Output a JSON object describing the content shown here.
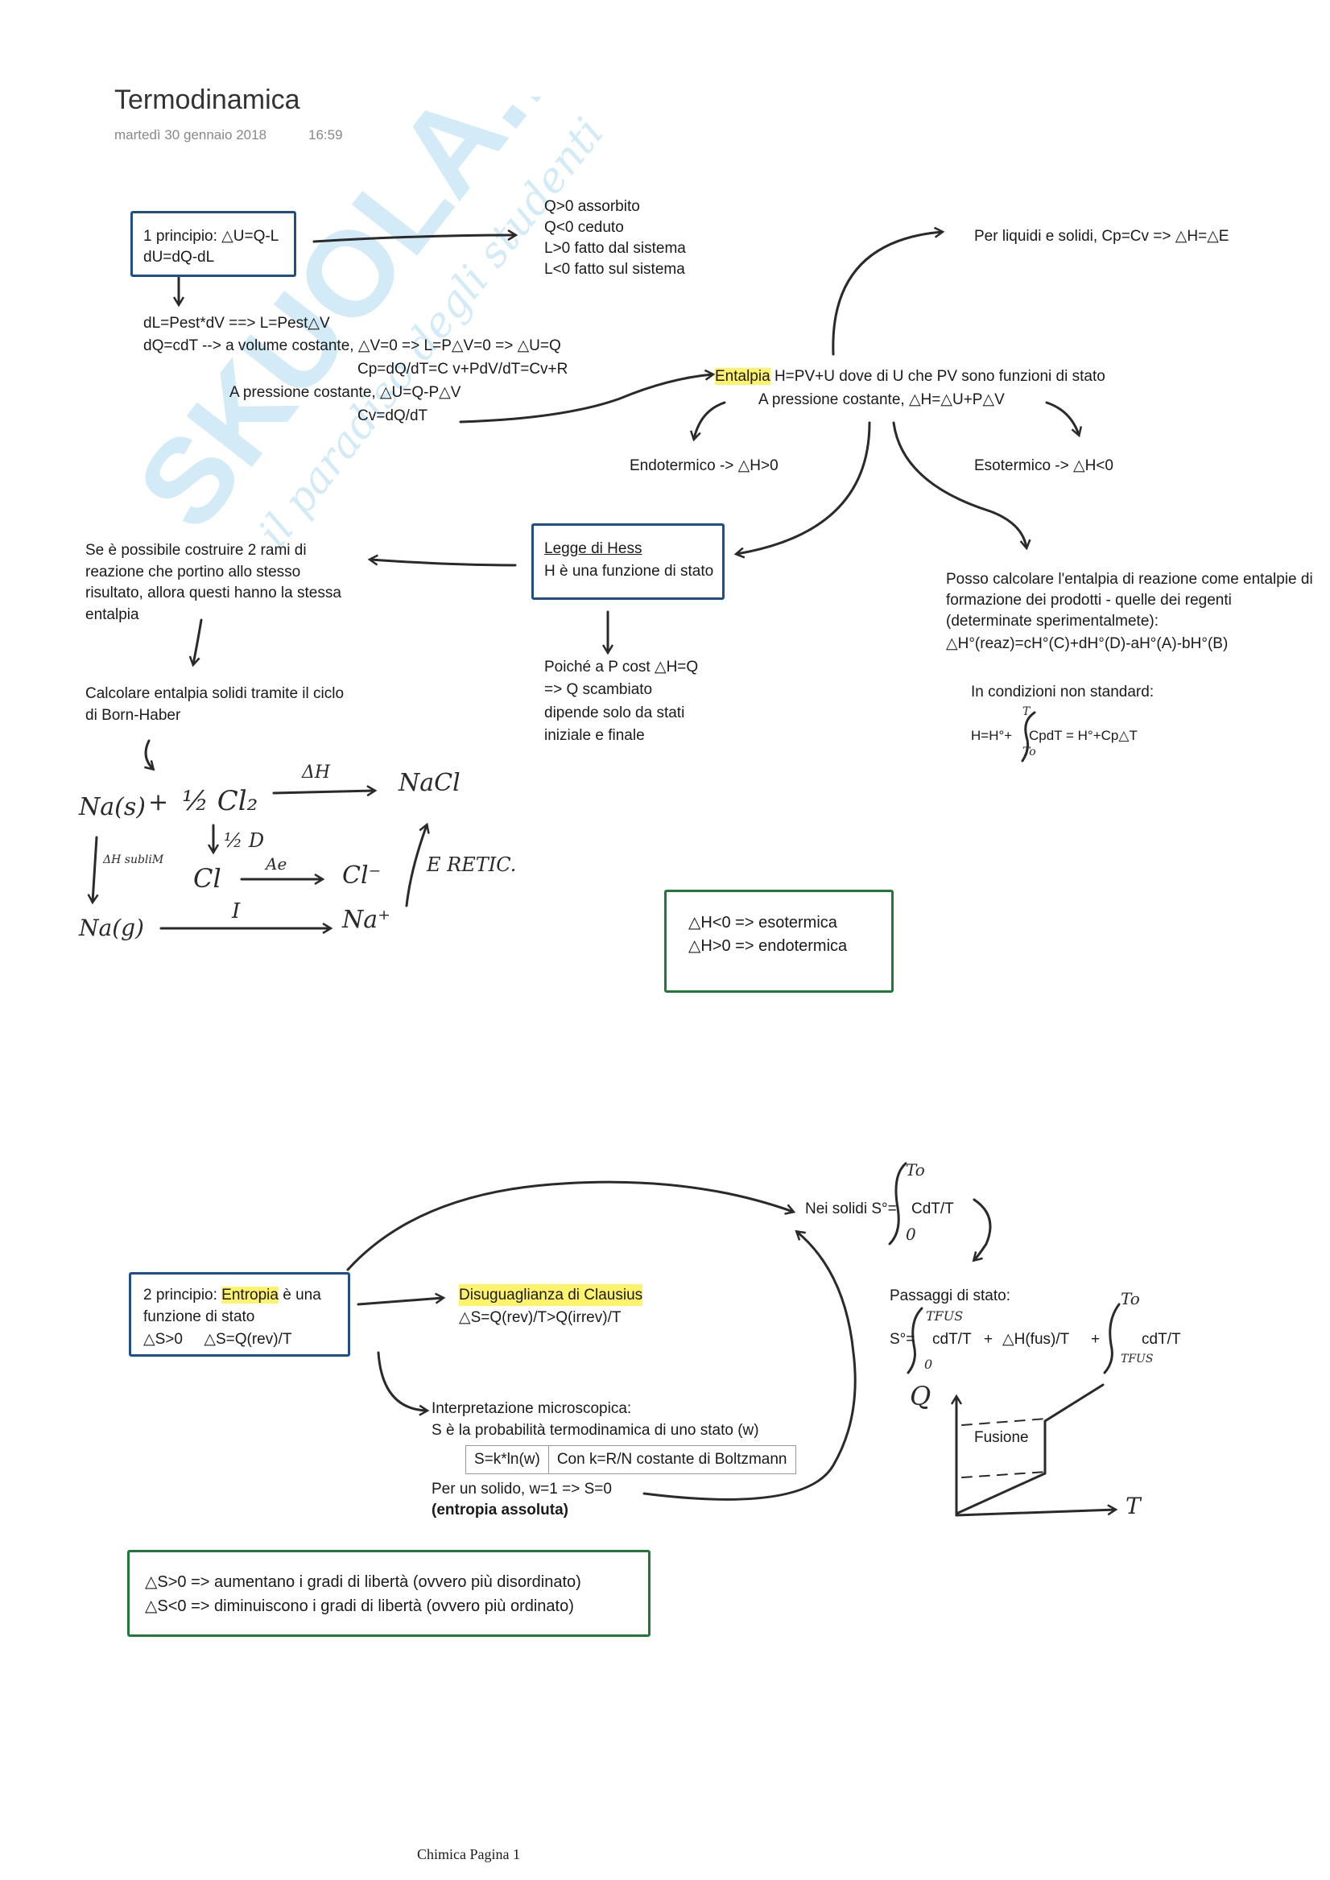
{
  "header": {
    "title": "Termodinamica",
    "date": "martedì 30 gennaio 2018",
    "time": "16:59"
  },
  "watermark": {
    "brand": "SKUOLA.net",
    "tagline": "il paradiso degli studenti"
  },
  "first_principle": {
    "box_line1": "1 principio: △U=Q-L",
    "box_line2": "dU=dQ-dL",
    "signs": [
      "Q>0 assorbito",
      "Q<0 ceduto",
      "L>0 fatto dal sistema",
      "L<0 fatto sul sistema"
    ],
    "lines": [
      "dL=Pest*dV ==> L=Pest△V",
      "dQ=cdT --> a volume costante, △V=0 => L=P△V=0 => △U=Q",
      "Cp=dQ/dT=C v+PdV/dT=Cv+R",
      "A pressione costante, △U=Q-P△V",
      "Cv=dQ/dT"
    ]
  },
  "enthalpy": {
    "keyword": "Entalpia",
    "definition": " H=PV+U dove di U che PV sono funzioni di stato",
    "line2": "A pressione costante, △H=△U+P△V",
    "liquids": "Per liquidi e solidi, Cp=Cv => △H=△E",
    "endo": "Endotermico -> △H>0",
    "eso": "Esotermico -> △H<0"
  },
  "hess": {
    "title": "Legge di Hess",
    "line2": "H è una funzione di stato",
    "branches": [
      "Se è possibile costruire 2 rami di",
      "reazione che portino allo stesso",
      "risultato, allora questi hanno la stessa",
      "entalpia"
    ],
    "pressure": [
      "Poiché a P cost △H=Q",
      "=> Q scambiato",
      "dipende solo da stati",
      "iniziale e finale"
    ],
    "born_haber": [
      "Calcolare entalpia solidi tramite il ciclo",
      "di Born-Haber"
    ]
  },
  "reaction": {
    "lines": [
      "Posso calcolare l'entalpia di reazione come entalpie di",
      "formazione dei prodotti - quelle dei regenti",
      "(determinate sperimentalmete):",
      "△H°(reaz)=cH°(C)+dH°(D)-aH°(A)-bH°(B)"
    ],
    "nonstandard": "In condizioni non standard:",
    "formula_left": "H=H°+",
    "formula_right": "CpdT = H°+Cp△T",
    "upper": "T",
    "lower": "To"
  },
  "cycle": {
    "na_s": "Na(s)",
    "plus": "+",
    "half_cl2": "½ Cl₂",
    "dh": "ΔH",
    "nacl": "NaCl",
    "half_d": "½ D",
    "subl": "ΔH subliM",
    "cl": "Cl",
    "ae": "Ae",
    "cl_minus": "Cl⁻",
    "e_retic": "E RETIC.",
    "na_g": "Na(g)",
    "i": "I",
    "na_plus": "Na⁺"
  },
  "green_box1": [
    "△H<0 => esotermica",
    "△H>0 => endotermica"
  ],
  "second_principle": {
    "box_pre": "2 principio: ",
    "keyword": "Entropia",
    "box_post": " è una",
    "box_line2": "funzione di stato",
    "box_line3": "△S>0     △S=Q(rev)/T",
    "clausius_title": "Disuguaglianza di Clausius",
    "clausius_formula": "△S=Q(rev)/T>Q(irrev)/T",
    "micro_title": "Interpretazione microscopica:",
    "micro_line2": "S è la probabilità termodinamica di uno stato (w)",
    "cell1": "S=k*ln(w)",
    "cell2": "Con k=R/N costante di Boltzmann",
    "solid_line1": "Per un solido, w=1 => S=0",
    "solid_line2": "(entropia assoluta)",
    "solids_label": "Nei solidi S°=",
    "solids_integrand": "CdT/T",
    "solids_upper": "To",
    "solids_lower": "0",
    "transitions_title": "Passaggi di stato:",
    "s0": "S°=",
    "term1": "cdT/T",
    "plus1": "+",
    "term2": "△H(fus)/T",
    "plus2": "+",
    "term3": "cdT/T",
    "tfus": "TFUS",
    "to": "To",
    "zero": "0",
    "graph_q": "Q",
    "graph_t": "T",
    "graph_fusion": "Fusione"
  },
  "green_box2": [
    "△S>0 => aumentano i gradi di libertà (ovvero più disordinato)",
    "△S<0 => diminuiscono i gradi di libertà (ovvero più ordinato)"
  ],
  "footer": "Chimica Pagina 1"
}
